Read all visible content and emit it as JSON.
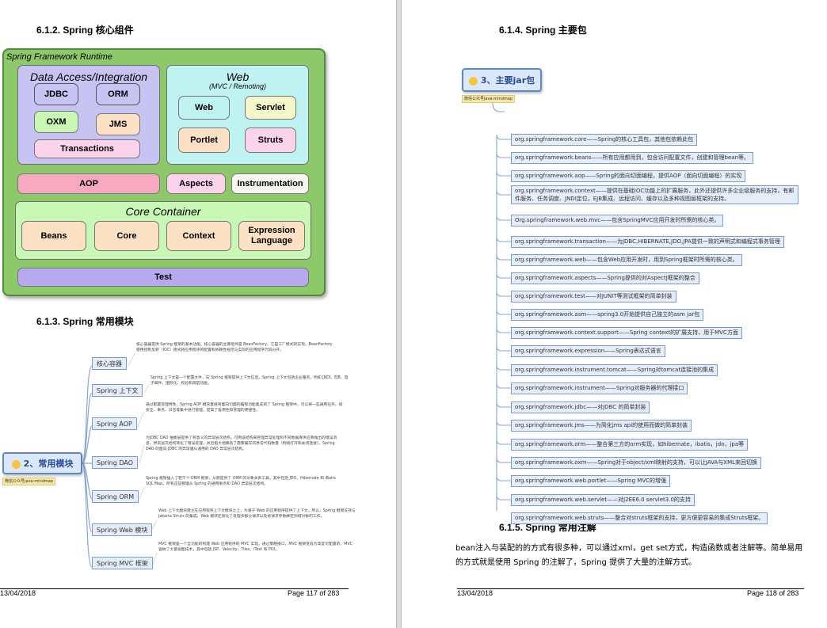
{
  "left_page": {
    "heading_core": "6.1.2. Spring 核心组件",
    "runtime_title": "Spring Framework Runtime",
    "data_access": {
      "title": "Data Access/Integration",
      "modules": [
        "JDBC",
        "ORM",
        "OXM",
        "JMS",
        "Transactions"
      ]
    },
    "web": {
      "title": "Web",
      "subtitle": "(MVC / Remoting)",
      "modules": [
        "Web",
        "Servlet",
        "Portlet",
        "Struts"
      ]
    },
    "aop_row": [
      "AOP",
      "Aspects",
      "Instrumentation"
    ],
    "core_container": {
      "title": "Core Container",
      "modules": [
        "Beans",
        "Core",
        "Context",
        "Expression Language"
      ]
    },
    "test": "Test",
    "heading_modules": "6.1.3. Spring 常用模块",
    "mindmap": {
      "root": "2、常用模块",
      "tag": "微信公众号java-mindmap",
      "nodes": [
        {
          "label": "核心容器",
          "desc": "核心容器提供 Spring 框架的基本功能。核心容器的主要组件是 BeanFactory，它是工厂模式的实现。BeanFactory 使用控制反转（IOC）模式将应用程序的配置和依赖性规范与实际的应用程序代码分开。"
        },
        {
          "label": "Spring 上下文",
          "desc": "Spring 上下文是一个配置文件，向 Spring 框架提供上下文信息。Spring 上下文包括企业服务，例如 JNDI、EJB、电子邮件、国际化、校验和调度功能。"
        },
        {
          "label": "Spring AOP",
          "desc": "通过配置管理特性，Spring AOP 模块直接将面向切面的编程功能集成到了 Spring 框架中。可以将一些通用任务，如安全、事务、日志等集中进行管理，提高了复用性和管理的便捷性。"
        },
        {
          "label": "Spring DAO",
          "desc": "为JDBC DAO 抽象层提供了有意义的异常层次结构，可用该结构来管理异常处理和不同数据库供应商抛出的错误消息。异常层次结构简化了错误处理，并且极大地降低了需要编写的异常代码数量（例如打开和关闭连接）。Spring DAO 的面向 JDBC 的异常遵从通用的 DAO 异常层次结构。"
        },
        {
          "label": "Spring ORM",
          "desc": "Spring 框架插入了若干个 ORM 框架，从而提供了 ORM 的对象关系工具，其中包括 JDO、Hibernate 和 iBatis SQL Map。所有这些都遵从 Spring 的通用事务和 DAO 异常层次结构。"
        },
        {
          "label": "Spring Web 模块",
          "desc": "Web 上下文模块建立在应用程序上下文模块之上，为基于 Web 的应用程序提供了上下文。所以，Spring 框架支持与 Jakarta Struts 的集成。Web 模块还简化了处理多部分请求以及将请求参数绑定到域对象的工作。"
        },
        {
          "label": "Spring MVC 框架",
          "desc": "MVC 框架是一个全功能的构建 Web 应用程序的 MVC 实现。通过策略接口，MVC 框架变成为高度可配置的，MVC 容纳了大量视图技术，其中包括 JSP、Velocity、Tiles、iText 和 POI。"
        }
      ]
    },
    "footer_date": "13/04/2018",
    "footer_page": "Page 117 of 283"
  },
  "right_page": {
    "heading_packages": "6.1.4. Spring 主要包",
    "mindmap": {
      "root": "3、主要jar包",
      "tag": "微信公众号java-mindmap",
      "packages": [
        "org.springframework.core——Spring的核心工具包，其他包依赖此包",
        "org.springframework.beans——所有应用都用到，包含访问配置文件，创建和管理bean等。",
        "org.springframework.aop——Spring的面向切面编程，提供AOP（面向切面编程）的实现",
        "org.springframework.context——提供在基础IOC功能上的扩展服务，此外还提供许多企业级服务的支持，有邮件服务、任务调度、JNDI定位，EJB集成、远程访问、缓存以及多种视图层框架的支持。",
        "Org.springframework.web.mvc——包含SpringMVC应用开发时所需的核心类。",
        "org.springframework.transaction——为JDBC,HIBERNATE,JDO,JPA提供一致的声明式和编程式事务管理",
        "org.springframework.web——包含Web应用开发时，用到Spring框架时所需的核心类。",
        "org.springframework.aspects——Spring提供的对AspectJ框架的整合",
        "org.springframework.test——对JUNIT等测试框架的简单封装",
        "org.springframework.asm——spring3.0开始提供自己独立的asm jar包",
        "org.springframework.context.support——Spring context的扩展支持，用于MVC方面",
        "org.springframework.expression——Spring表达式语言",
        "org.springframework.instrument.tomcat——Spring对tomcat连接池的集成",
        "org.springframework.instrument——Spring对服务器的代理接口",
        "org.springframework.jdbc——对JDBC 的简单封装",
        "org.springframework.jms——为简化jms api的使用而做的简单封装",
        "org.springframework.orm——整合第三方的orm实现，如hibernate，ibatis，jdo，jpa等",
        "org.springframework.oxm——Spring对于object/xml映射的支持，可以让JAVA与XML来回切换",
        "org.springframework.web.portlet——Spring MVC的增强",
        "org.springframework.web.servlet——对J2EE6.0 servlet3.0的支持",
        "org.springframework.web.struts——整合对struts框架的支持，更方便更容易的集成Struts框架。"
      ]
    },
    "heading_annotations": "6.1.5. Spring 常用注解",
    "annotations_text": "bean注入与装配的的方式有很多种，可以通过xml，get set方式，构造函数或者注解等。简单易用的方式就是使用 Spring 的注解了，Spring 提供了大量的注解方式。",
    "footer_date": "13/04/2018",
    "footer_page": "Page 118 of 283"
  },
  "colors": {
    "runtime_green": "#8dc86a",
    "data_access_purple": "#c7c3f3",
    "web_cyan": "#bff3f1",
    "core_container": "#c8f7b6",
    "module_peach": "#fde1c4",
    "aop_pink": "#f7a9c1",
    "test_lavender": "#b7a9ef",
    "mindmap_node_blue": "#e5edf9",
    "mindmap_border_blue": "#7a9bcb"
  }
}
